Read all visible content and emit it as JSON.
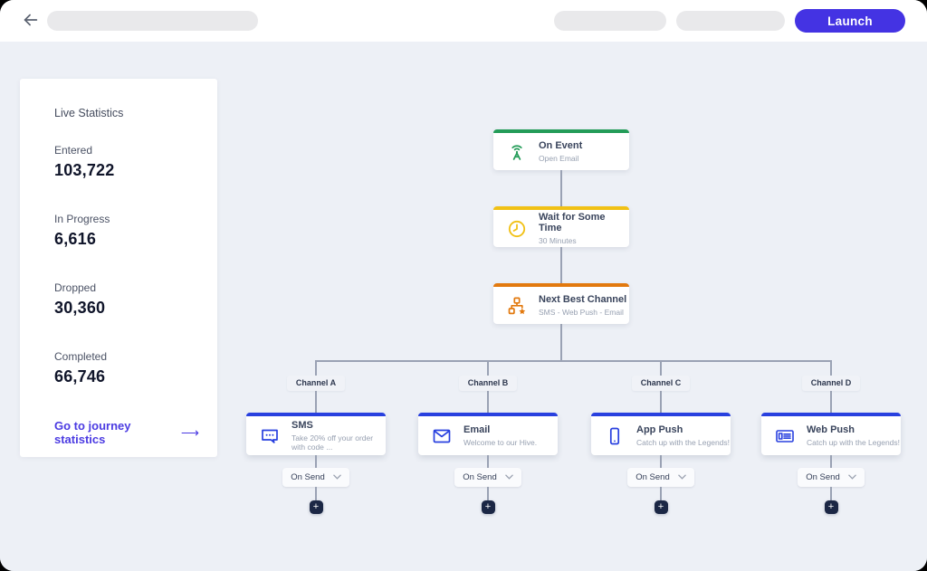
{
  "topbar": {
    "launch_label": "Launch"
  },
  "stats_panel": {
    "title": "Live Statistics",
    "items": [
      {
        "label": "Entered",
        "value": "103,722"
      },
      {
        "label": "In Progress",
        "value": "6,616"
      },
      {
        "label": "Dropped",
        "value": "30,360"
      },
      {
        "label": "Completed",
        "value": "66,746"
      }
    ],
    "link": {
      "label": "Go to journey statistics",
      "arrow": "⟶"
    }
  },
  "flow": {
    "nodes": {
      "trigger": {
        "title": "On Event",
        "subtitle": "Open Email",
        "accent_color": "#239c58",
        "icon": "antenna-icon"
      },
      "wait": {
        "title": "Wait for Some Time",
        "subtitle": "30 Minutes",
        "accent_color": "#f1c115",
        "icon": "clock-icon"
      },
      "split": {
        "title": "Next Best Channel",
        "subtitle": "SMS - Web Push - Email",
        "accent_color": "#e2790e",
        "icon": "hierarchy-star-icon"
      }
    },
    "branch_accent_color": "#2840df",
    "branches": [
      {
        "label": "Channel A",
        "title": "SMS",
        "subtitle": "Take 20% off your order with code ...",
        "icon": "sms-icon",
        "event": "On Send"
      },
      {
        "label": "Channel B",
        "title": "Email",
        "subtitle": "Welcome to our Hive.",
        "icon": "email-icon",
        "event": "On Send"
      },
      {
        "label": "Channel C",
        "title": "App Push",
        "subtitle": "Catch up with the Legends!",
        "icon": "app-push-icon",
        "event": "On Send"
      },
      {
        "label": "Channel D",
        "title": "Web Push",
        "subtitle": "Catch up with the Legends!",
        "icon": "web-push-icon",
        "event": "On Send"
      }
    ],
    "add_button_label": "+"
  },
  "colors": {
    "primary": "#4433e3",
    "canvas_bg": "#edf0f6",
    "link": "#4b3be2"
  }
}
